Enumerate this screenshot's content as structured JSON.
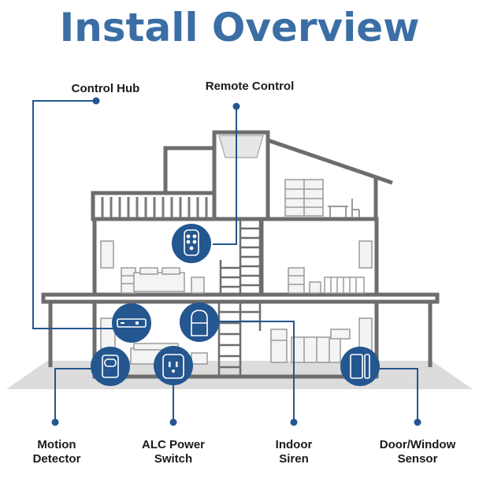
{
  "title": "Install Overview",
  "labels": {
    "control_hub": "Control Hub",
    "remote_control": "Remote Control",
    "motion_detector": [
      "Motion",
      "Detector"
    ],
    "alc_power_switch": [
      "ALC Power",
      "Switch"
    ],
    "indoor_siren": [
      "Indoor",
      "Siren"
    ],
    "door_window_sensor": [
      "Door/Window",
      "Sensor"
    ]
  },
  "colors": {
    "title": "#3a6ea5",
    "badge": "#24568f",
    "connector": "#24568f",
    "house_stroke": "#6d6d6d",
    "ground": "#d9d9d9"
  },
  "icons": [
    "hub-icon",
    "remote-icon",
    "motion-icon",
    "plug-icon",
    "siren-icon",
    "door-sensor-icon"
  ]
}
